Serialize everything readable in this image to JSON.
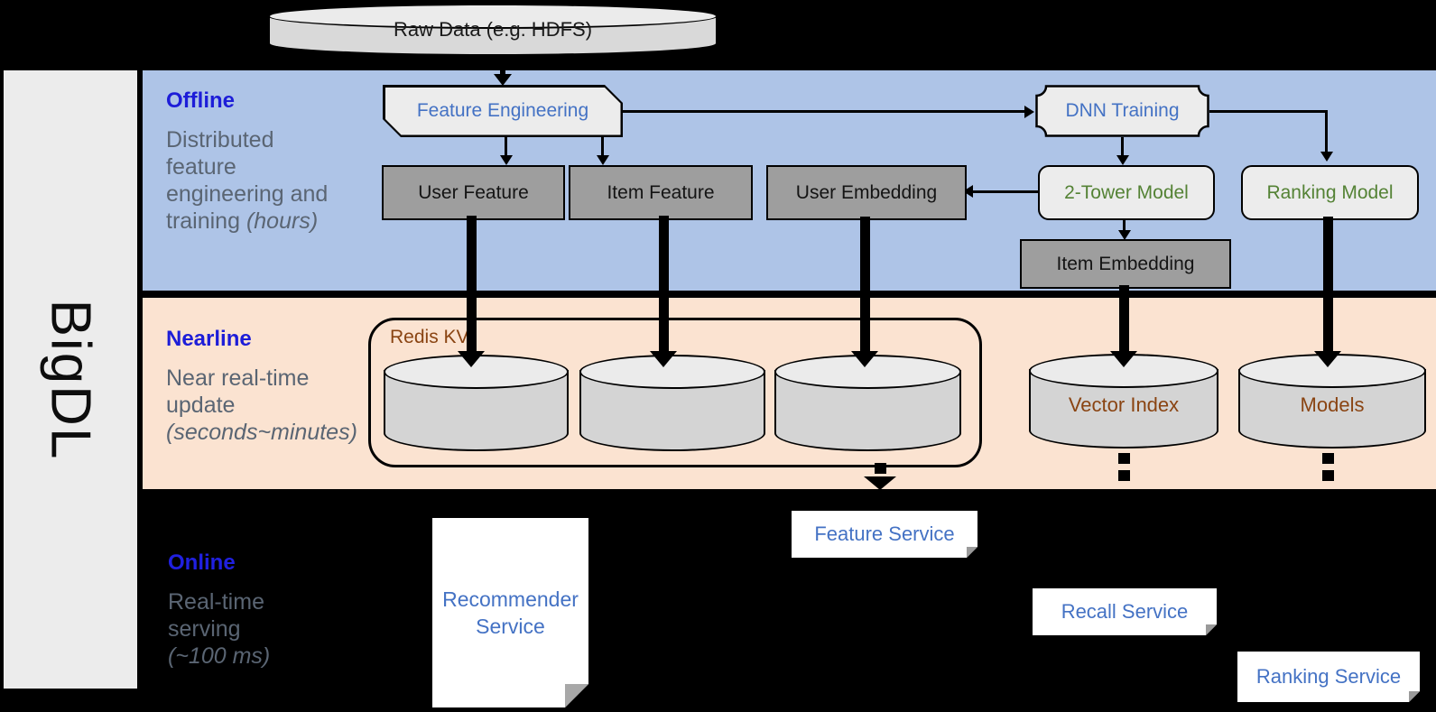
{
  "brand": "BigDL",
  "raw_data_label": "Raw Data (e.g. HDFS)",
  "bands": {
    "offline": {
      "title": "Offline",
      "desc_line1": "Distributed",
      "desc_line2": "feature",
      "desc_line3": "engineering and",
      "desc_line4": "training ",
      "desc_line4_italic": "(hours)"
    },
    "nearline": {
      "title": "Nearline",
      "desc_line1": "Near real-time",
      "desc_line2": "update",
      "desc_italic": "(seconds~minutes)"
    },
    "online": {
      "title": "Online",
      "desc_line1": "Real-time",
      "desc_line2": "serving",
      "desc_italic": "(~100 ms)"
    }
  },
  "nodes": {
    "feature_engineering": "Feature Engineering",
    "dnn_training": "DNN Training",
    "user_feature": "User Feature",
    "item_feature": "Item Feature",
    "user_embedding": "User Embedding",
    "two_tower_model": "2-Tower Model",
    "ranking_model": "Ranking Model",
    "item_embedding": "Item Embedding",
    "redis_kv": "Redis KV",
    "vector_index": "Vector Index",
    "models": "Models",
    "recommender_service": "Recommender Service",
    "feature_service": "Feature Service",
    "recall_service": "Recall Service",
    "ranking_service": "Ranking Service"
  },
  "colors": {
    "background": "#000000",
    "offline_band": "#aec4e7",
    "nearline_band": "#fbe3d1",
    "sidebar": "#ececec",
    "band_title_blue": "#1d1dd8",
    "desc_gray": "#5a6573",
    "node_blue_text": "#4472c4",
    "node_green_text": "#548235",
    "storage_brown_text": "#8a4412",
    "gray_box": "#9e9e9e",
    "light_shape": "#ececec",
    "cylinder_body": "#d4d4d4",
    "service_white": "#ffffff"
  }
}
